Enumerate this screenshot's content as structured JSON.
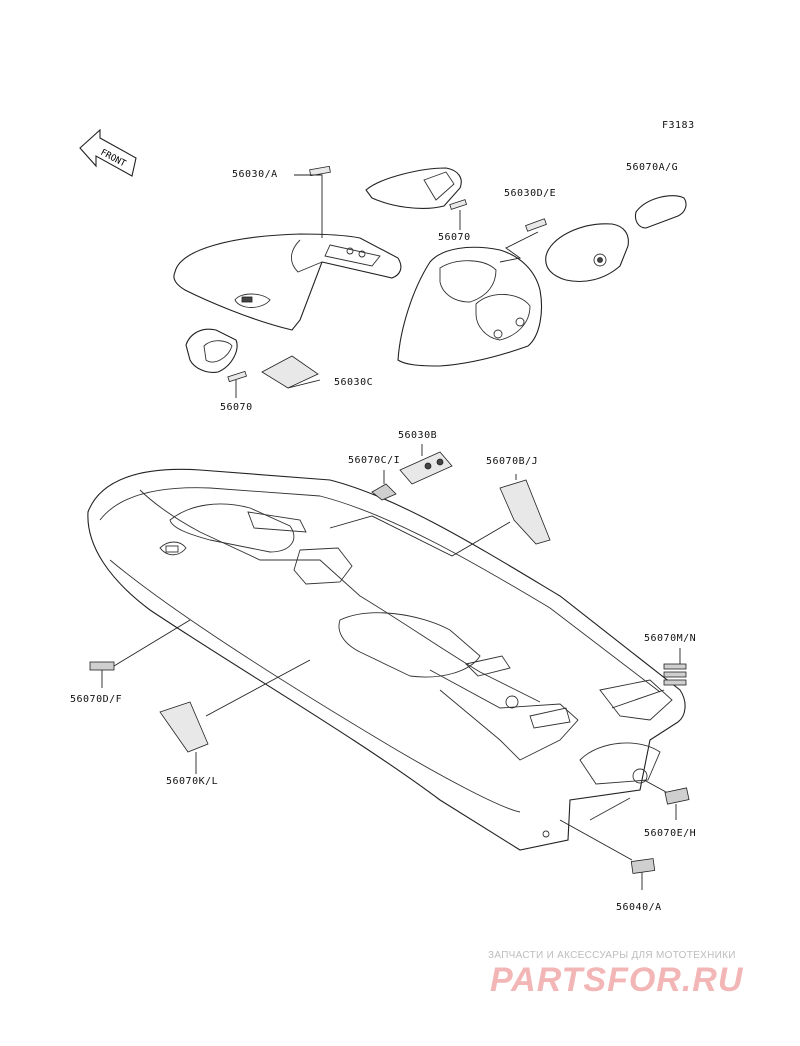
{
  "figure_code": "F3183",
  "front_label": "FRONT",
  "labels": {
    "l1": "56030/A",
    "l2": "56070",
    "l3": "56030D/E",
    "l4": "56070A/G",
    "l5": "56030C",
    "l6": "56070",
    "l7": "56030B",
    "l8": "56070C/I",
    "l9": "56070B/J",
    "l10": "56070M/N",
    "l11": "56070D/F",
    "l12": "56070K/L",
    "l13": "56070E/H",
    "l14": "56040/A"
  },
  "watermark": {
    "tagline": "ЗАПЧАСТИ И АКСЕССУАРЫ ДЛЯ МОТОТЕХНИКИ",
    "logo": "PARTSFOR.RU"
  }
}
